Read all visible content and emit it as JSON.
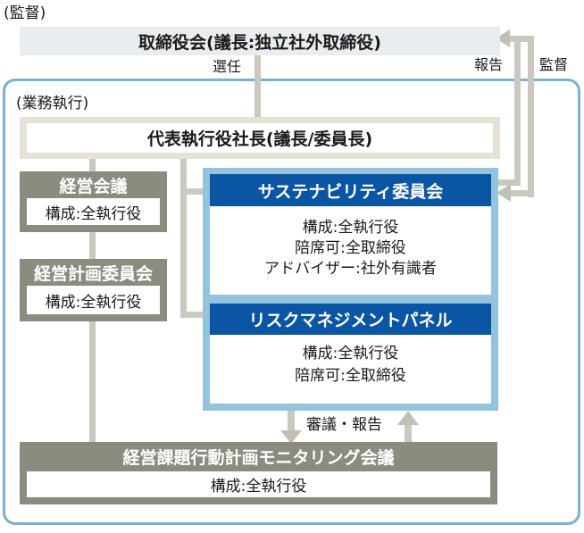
{
  "labels": {
    "supervision_top": "(監督)",
    "execution": "(業務執行)",
    "appointment": "選任",
    "report": "報告",
    "supervision_right": "監督",
    "deliberation_report": "審議・報告"
  },
  "board": {
    "title": "取締役会(議長:独立社外取締役)"
  },
  "president": {
    "title": "代表執行役社長(議長/委員長)"
  },
  "management_meeting": {
    "title": "経営会議",
    "composition": "構成:全執行役"
  },
  "management_planning_committee": {
    "title": "経営計画委員会",
    "composition": "構成:全執行役"
  },
  "sustainability_committee": {
    "title": "サステナビリティ委員会",
    "lines": [
      "構成:全執行役",
      "陪席可:全取締役",
      "アドバイザー:社外有識者"
    ]
  },
  "risk_management_panel": {
    "title": "リスクマネジメントパネル",
    "lines": [
      "構成:全執行役",
      "陪席可:全取締役"
    ]
  },
  "monitoring_meeting": {
    "title": "経営課題行動計画モニタリング会議",
    "composition": "構成:全執行役"
  },
  "colors": {
    "dark_blue": "#0b56a4",
    "light_blue": "#93c3dd",
    "container_border_blue": "#79b1d4",
    "box_gray": "#8b8b80",
    "board_gray": "#e9edf0",
    "president_beige": "#e7e2d6",
    "connector_gray": "#cbc8bf"
  }
}
